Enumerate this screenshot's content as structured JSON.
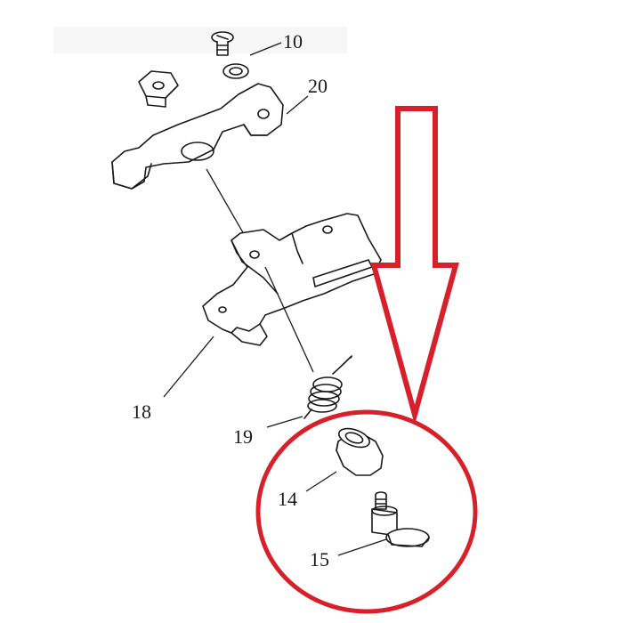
{
  "diagram": {
    "type": "exploded-parts-diagram",
    "highlight_color": "#d8202a",
    "ink_color": "#1a1a1a",
    "callouts": [
      {
        "id": "10",
        "label": "10"
      },
      {
        "id": "20",
        "label": "20"
      },
      {
        "id": "18",
        "label": "18"
      },
      {
        "id": "19",
        "label": "19"
      },
      {
        "id": "14",
        "label": "14"
      },
      {
        "id": "15",
        "label": "15"
      }
    ],
    "highlight": {
      "shape": "circle",
      "arrow_direction": "down",
      "parts": [
        "14",
        "15"
      ]
    }
  }
}
